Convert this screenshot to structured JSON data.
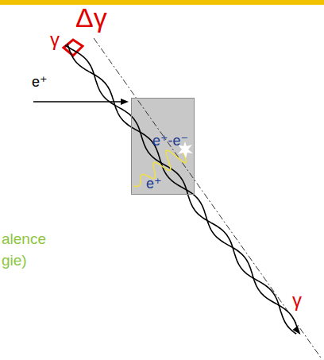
{
  "diagram": {
    "nodes": [
      {
        "text": [
          "e⁺-e⁻",
          "e⁺"
        ]
      }
    ],
    "labels": [
      "Δγ",
      "γ",
      "e⁺",
      "alence",
      "gie)",
      "γ"
    ]
  }
}
